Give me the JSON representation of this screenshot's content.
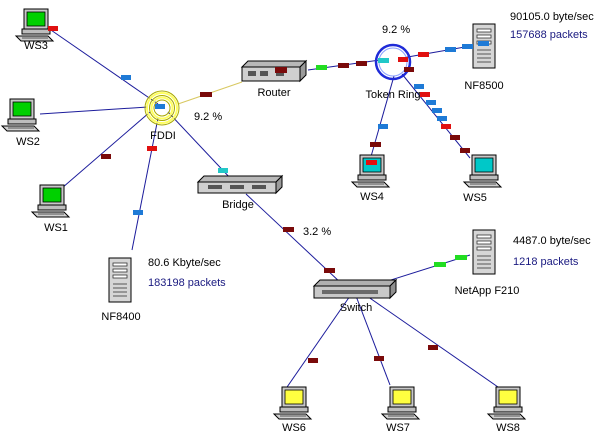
{
  "nodes": {
    "ws1": "WS1",
    "ws2": "WS2",
    "ws3": "WS3",
    "ws4": "WS4",
    "ws5": "WS5",
    "ws6": "WS6",
    "ws7": "WS7",
    "ws8": "WS8",
    "fddi": "FDDI",
    "router": "Router",
    "token_ring": "Token Ring",
    "bridge": "Bridge",
    "switch": "Switch",
    "nf8500": "NF8500",
    "nf8400": "NF8400",
    "netapp": "NetApp F210"
  },
  "percentages": {
    "fddi": "9.2 %",
    "token_ring": "9.2 %",
    "bridge_switch": "3.2 %"
  },
  "stats": {
    "nf8500": {
      "rate": "90105.0 byte/sec",
      "packets": "157688 packets"
    },
    "nf8400": {
      "rate": "80.6 Kbyte/sec",
      "packets": "183198 packets"
    },
    "netapp": {
      "rate": "4487.0 byte/sec",
      "packets": "1218 packets"
    }
  },
  "colors": {
    "link": "#1c1c9c",
    "packet_dark": "#7a0a0a",
    "packet_red": "#e01010",
    "packet_blue": "#1e7ad6",
    "packet_green": "#22dd22",
    "packet_cyan": "#22c8c8",
    "screen_green": "#00d000",
    "screen_cyan": "#00c8c8",
    "screen_yellow": "#ffff40"
  }
}
